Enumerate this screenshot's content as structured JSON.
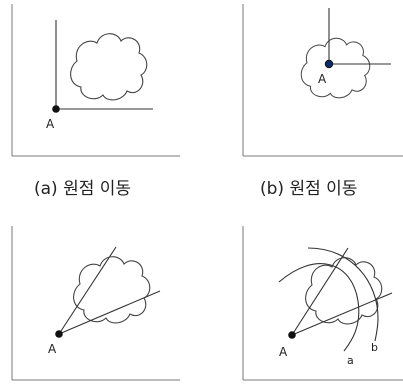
{
  "panels": {
    "a": {
      "point_label": "A",
      "caption": "(a) 원점 이동"
    },
    "b": {
      "point_label": "A",
      "caption": "(b) 원점 이동"
    },
    "c": {
      "point_label": "A"
    },
    "d": {
      "point_label": "A",
      "arc_a_label": "a",
      "arc_b_label": "b"
    }
  }
}
